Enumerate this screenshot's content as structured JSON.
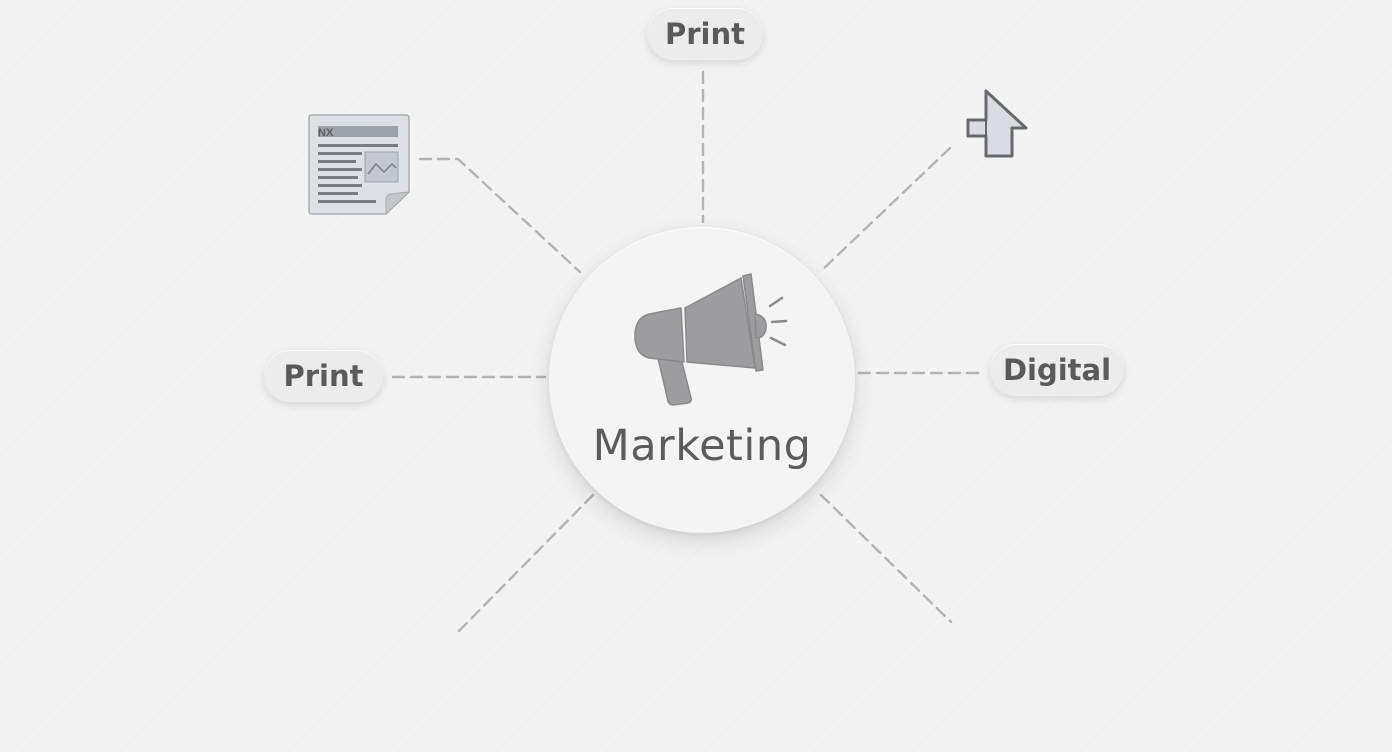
{
  "center": {
    "label": "Marketing",
    "icon": "megaphone-icon"
  },
  "branches": {
    "top": {
      "label": "Print"
    },
    "left": {
      "label": "Print"
    },
    "right": {
      "label": "Digital"
    },
    "top_left": {
      "icon": "newspaper-icon",
      "icon_text": "NX"
    },
    "top_right": {
      "icon": "cursor-arrow-icon"
    }
  },
  "colors": {
    "background": "#f3f3f3",
    "node_fill": "#f4f4f4",
    "pill_fill": "#ececec",
    "text": "#5a5a5c",
    "icon_gray": "#9d9d9f",
    "connector": "#b3b3b3"
  }
}
